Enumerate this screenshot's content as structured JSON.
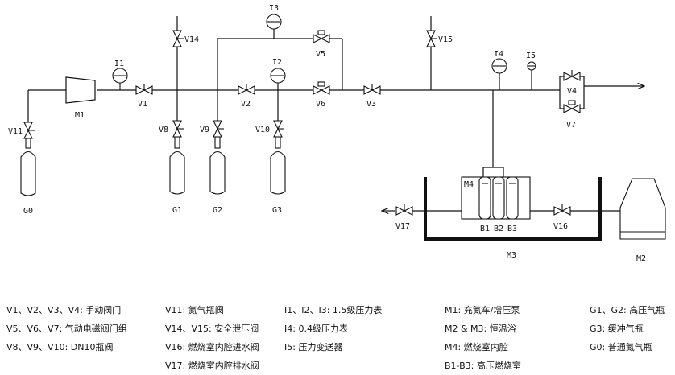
{
  "labels": {
    "V1": "V1",
    "V2": "V2",
    "V3": "V3",
    "V4": "V4",
    "V5": "V5",
    "V6": "V6",
    "V7": "V7",
    "V8": "V8",
    "V9": "V9",
    "V10": "V10",
    "V11": "V11",
    "V14": "V14",
    "V15": "V15",
    "V16": "V16",
    "V17": "V17",
    "I1": "I1",
    "I2": "I2",
    "I3": "I3",
    "I4": "I4",
    "I5": "I5",
    "M1": "M1",
    "M2": "M2",
    "M3": "M3",
    "M4": "M4",
    "G0": "G0",
    "G1": "G1",
    "G2": "G2",
    "G3": "G3",
    "B1": "B1",
    "B2": "B2",
    "B3": "B3"
  },
  "legend": {
    "col1": [
      "V1、V2、V3、V4: 手动阀门",
      "V5、V6、V7: 气动电磁阀门组",
      "V8、V9、V10: DN10瓶阀"
    ],
    "col2": [
      "V11: 氮气瓶阀",
      "V14、V15: 安全泄压阀",
      "V16: 燃烧室内腔进水阀",
      "V17: 燃烧室内腔排水阀"
    ],
    "col3": [
      "I1、I2、I3: 1.5级压力表",
      "I4: 0.4级压力表",
      "I5: 压力变送器"
    ],
    "col4": [
      "M1: 充氮车/增压泵",
      "M2 & M3: 恒温浴",
      "M4: 燃烧室内腔",
      "B1-B3: 高压燃烧室"
    ],
    "col5": [
      "G1、G2: 高压气瓶",
      "G3: 缓冲气瓶",
      "G0: 普通氮气瓶"
    ]
  }
}
